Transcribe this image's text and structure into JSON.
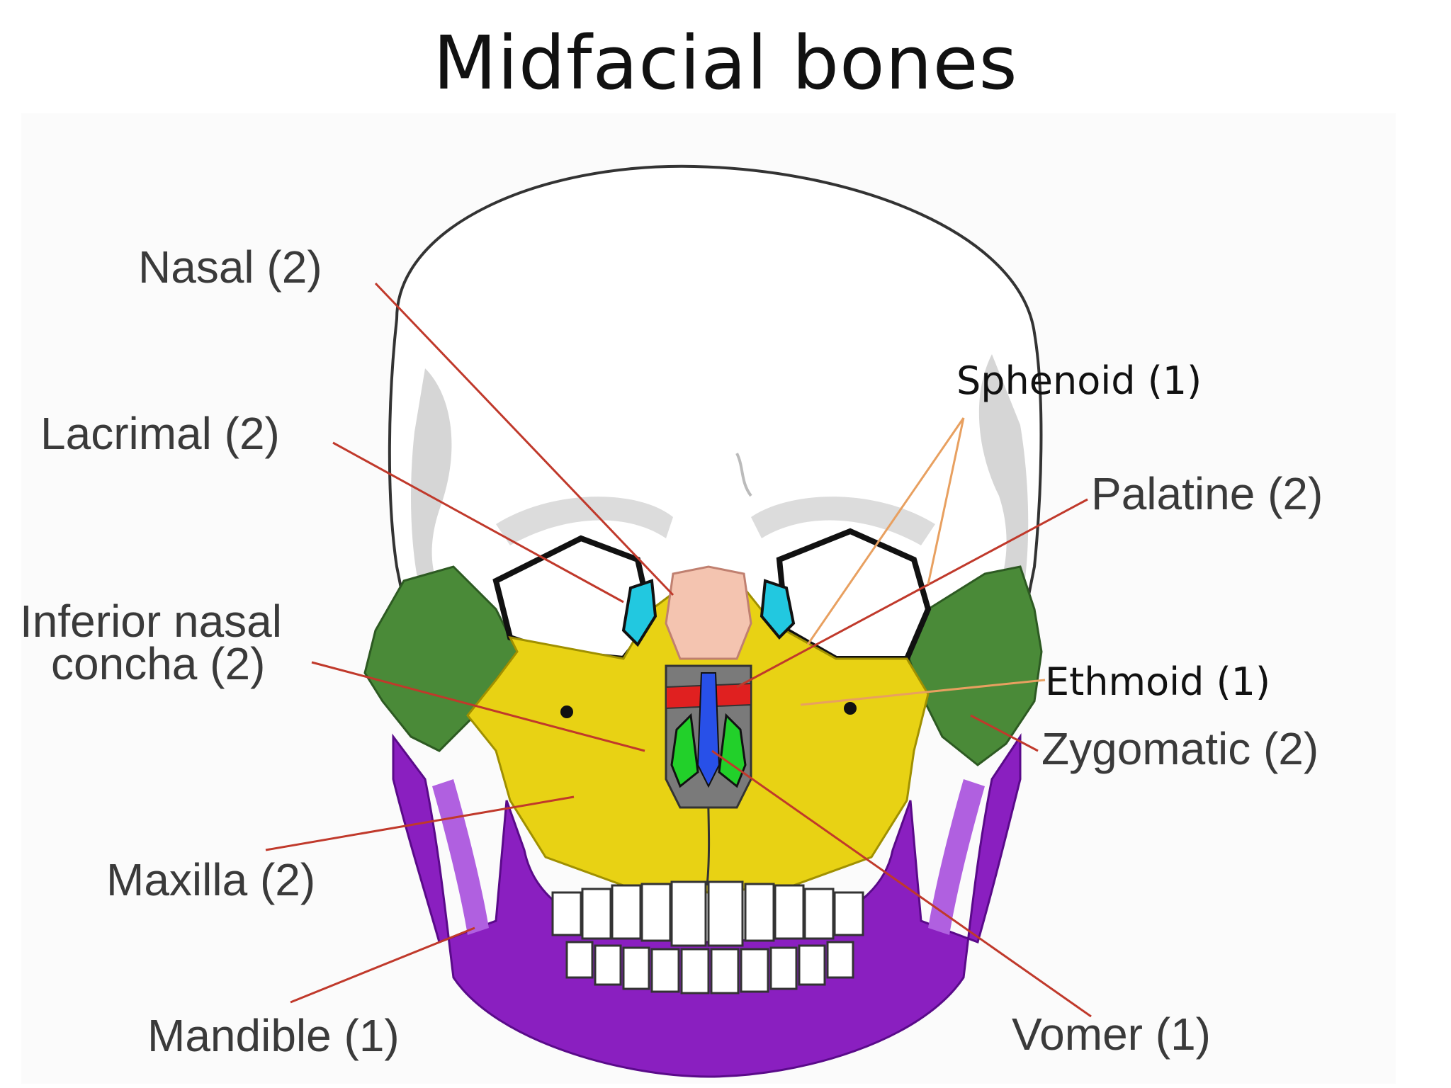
{
  "title": "Midfacial bones",
  "labels": {
    "nasal": "Nasal (2)",
    "lacrimal": "Lacrimal (2)",
    "inferior_nasal_concha_line1": "Inferior nasal",
    "inferior_nasal_concha_line2": "concha (2)",
    "maxilla": "Maxilla (2)",
    "mandible": "Mandible (1)",
    "sphenoid": "Sphenoid (1)",
    "palatine": "Palatine (2)",
    "ethmoid": "Ethmoid (1)",
    "zygomatic": "Zygomatic (2)",
    "vomer": "Vomer (1)"
  },
  "colors": {
    "nasal": "#f4c4b0",
    "lacrimal": "#22c8e0",
    "maxilla": "#e8d214",
    "mandible": "#8a1fc0",
    "zygomatic": "#4a8a38",
    "palatine": "#e02020",
    "ethmoid": "#7a7a7a",
    "inferior_nasal_concha": "#22d02a",
    "vomer": "#2850e8",
    "leader_red": "#c0392b",
    "leader_orange": "#e8a060"
  }
}
